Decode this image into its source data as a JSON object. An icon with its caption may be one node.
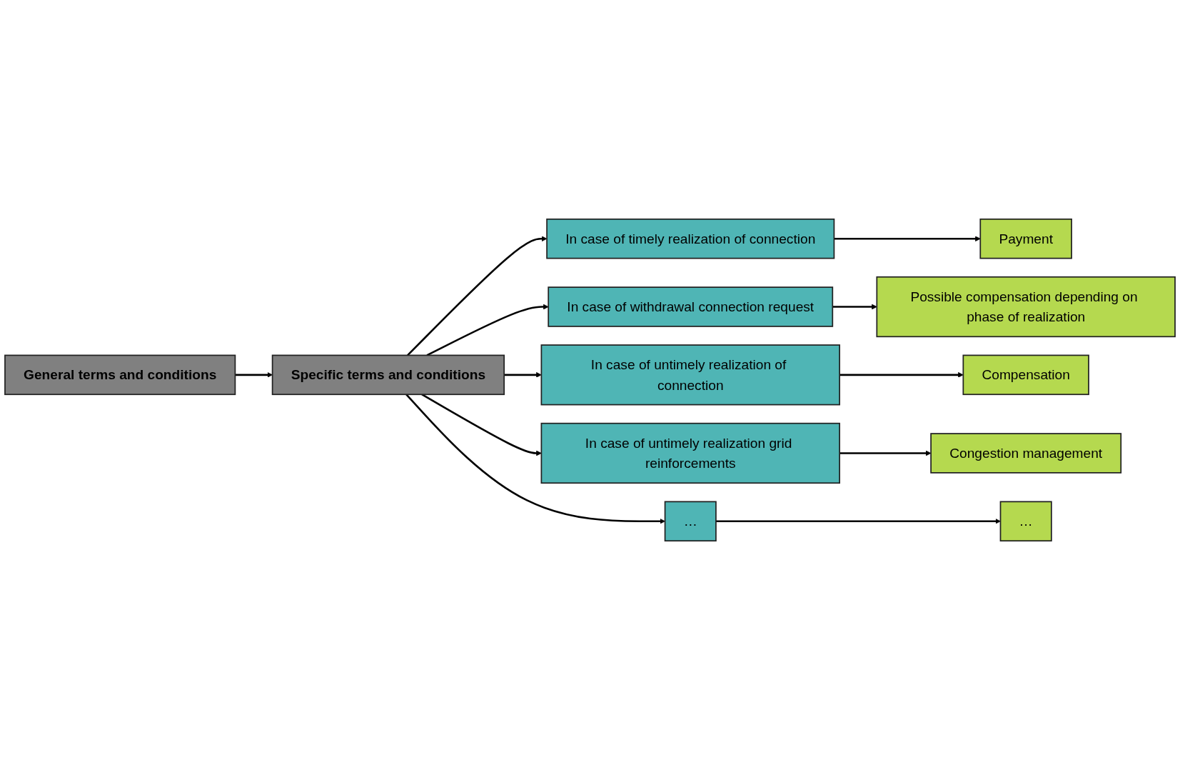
{
  "diagram": {
    "nodes": [
      {
        "text": [
          "General terms and conditions"
        ]
      },
      {
        "text": [
          "Specific terms and conditions"
        ]
      },
      {
        "text": [
          "In case of timely realization of  connection"
        ]
      },
      {
        "text": [
          "In case of withdrawal connection request"
        ]
      },
      {
        "text": [
          "In case of untimely realization of connection"
        ]
      },
      {
        "text": [
          "In case of untimely realization grid reinforcements"
        ]
      },
      {
        "text": [
          "…"
        ]
      },
      {
        "text": [
          "Payment"
        ]
      },
      {
        "text": [
          "Possible compensation depending on phase of realization"
        ]
      },
      {
        "text": [
          "Compensation"
        ]
      },
      {
        "text": [
          "Congestion management"
        ]
      },
      {
        "text": [
          "…"
        ]
      }
    ],
    "edges": [
      {
        "from": 0,
        "to": 1,
        "arrow": "to"
      },
      {
        "from": 1,
        "to": 2,
        "arrow": "to"
      },
      {
        "from": 1,
        "to": 3,
        "arrow": "to"
      },
      {
        "from": 1,
        "to": 4,
        "arrow": "to"
      },
      {
        "from": 1,
        "to": 5,
        "arrow": "to"
      },
      {
        "from": 1,
        "to": 6,
        "arrow": "to"
      },
      {
        "from": 2,
        "to": 7,
        "arrow": "to"
      },
      {
        "from": 3,
        "to": 8,
        "arrow": "to"
      },
      {
        "from": 4,
        "to": 9,
        "arrow": "to"
      },
      {
        "from": 5,
        "to": 10,
        "arrow": "to"
      },
      {
        "from": 6,
        "to": 11,
        "arrow": "to"
      }
    ]
  }
}
